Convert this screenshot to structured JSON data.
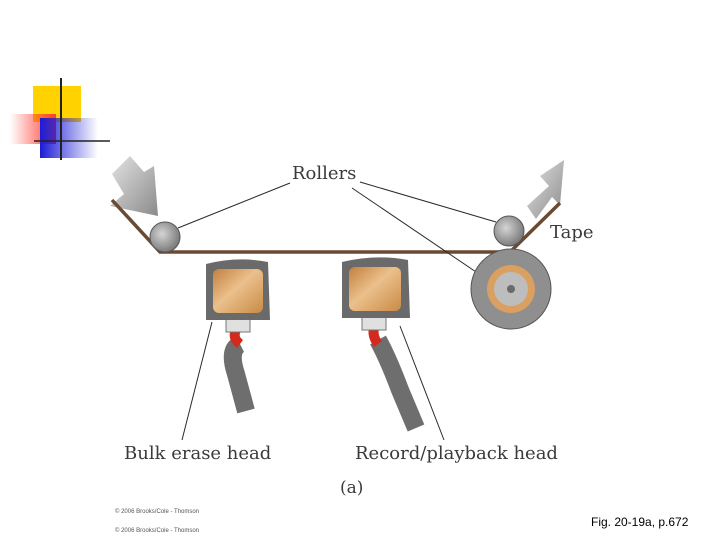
{
  "labels": {
    "rollers": "Rollers",
    "tape": "Tape",
    "bulk_erase_head": "Bulk erase head",
    "record_playback_head": "Record/playback head",
    "panel": "(a)"
  },
  "copyright": [
    "© 2006 Brooks/Cole - Thomson",
    "© 2006 Brooks/Cole - Thomson"
  ],
  "caption": "Fig. 20-19a, p.672",
  "colors": {
    "logo_yellow": "#ffd200",
    "logo_red": "#ff3b30",
    "logo_blue": "#1b1bd6",
    "tape": "#6b4a32",
    "head_face": "#d99a55",
    "roller": "#9a9a9a",
    "cable_red": "#d22a1e",
    "cable_gray": "#6e6e6e"
  }
}
